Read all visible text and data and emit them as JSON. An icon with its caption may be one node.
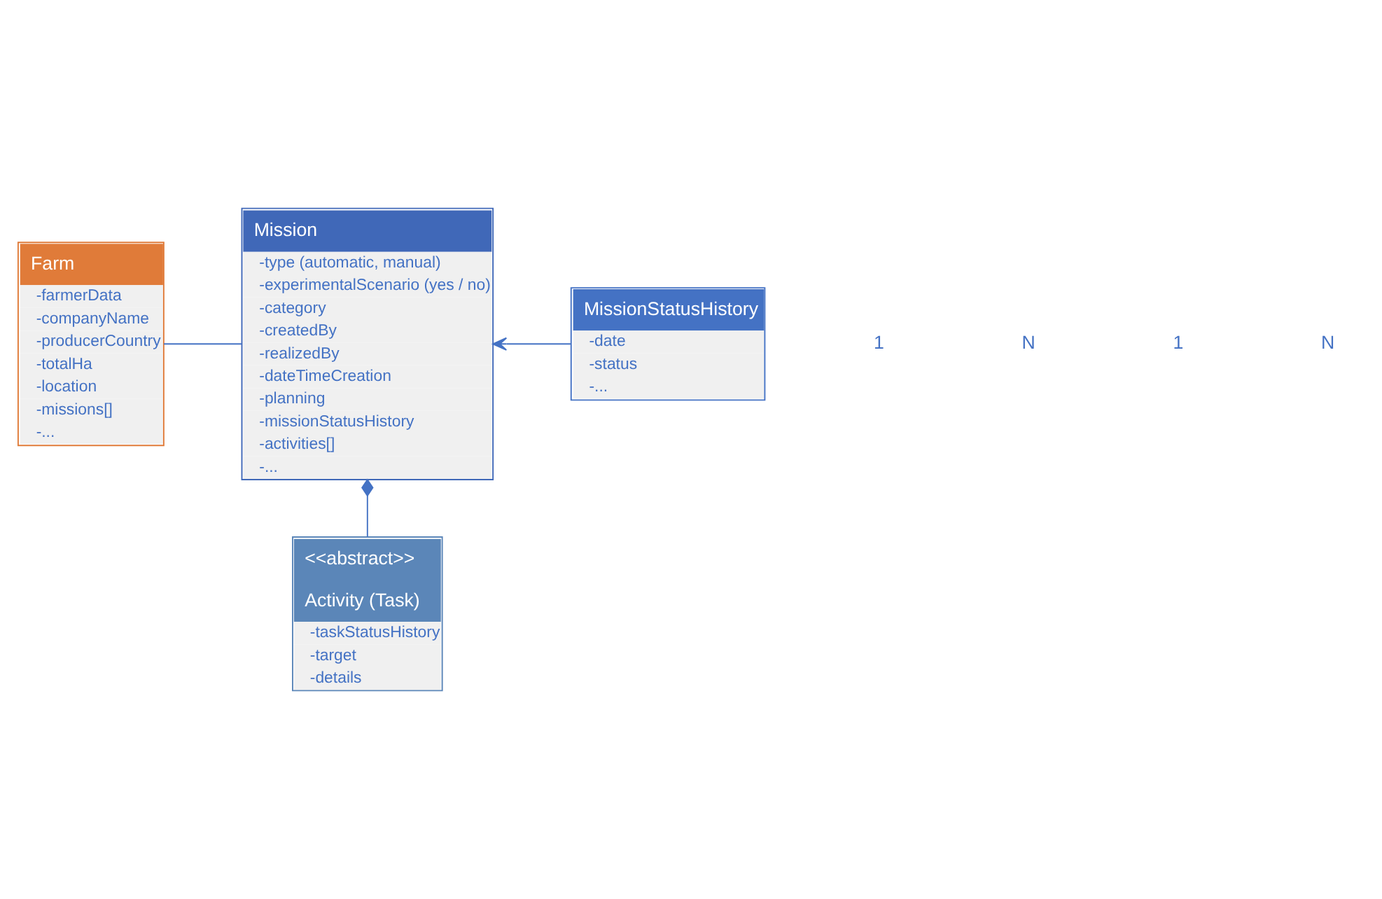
{
  "diagram": {
    "nodes": [
      {
        "text": [
          "Farm",
          "-farmerData",
          "-companyName",
          "-producerCountry",
          "-totalHa",
          "-location",
          "-missions[]",
          "-..."
        ]
      },
      {
        "text": [
          "Mission",
          "-type (automatic, manual)",
          "-experimentalScenario (yes / no)",
          "-category",
          "-createdBy",
          "-realizedBy",
          "-dateTimeCreation",
          "-planning",
          "-missionStatusHistory",
          "-activities[]",
          "-..."
        ]
      },
      {
        "text": [
          "MissionStatusHistory",
          "-date",
          "-status",
          "-..."
        ]
      },
      {
        "text": [
          "<<abstract>>",
          "Activity (Task)",
          "-taskStatusHistory",
          "-target",
          "-details"
        ]
      }
    ],
    "edges": [
      {
        "from": 0,
        "to": 1,
        "arrow": "none"
      },
      {
        "from": 2,
        "to": 1,
        "arrow": "to"
      },
      {
        "from": 1,
        "to": 3,
        "arrow": "other"
      }
    ],
    "labels": [
      "1",
      "N",
      "1",
      "N"
    ]
  }
}
